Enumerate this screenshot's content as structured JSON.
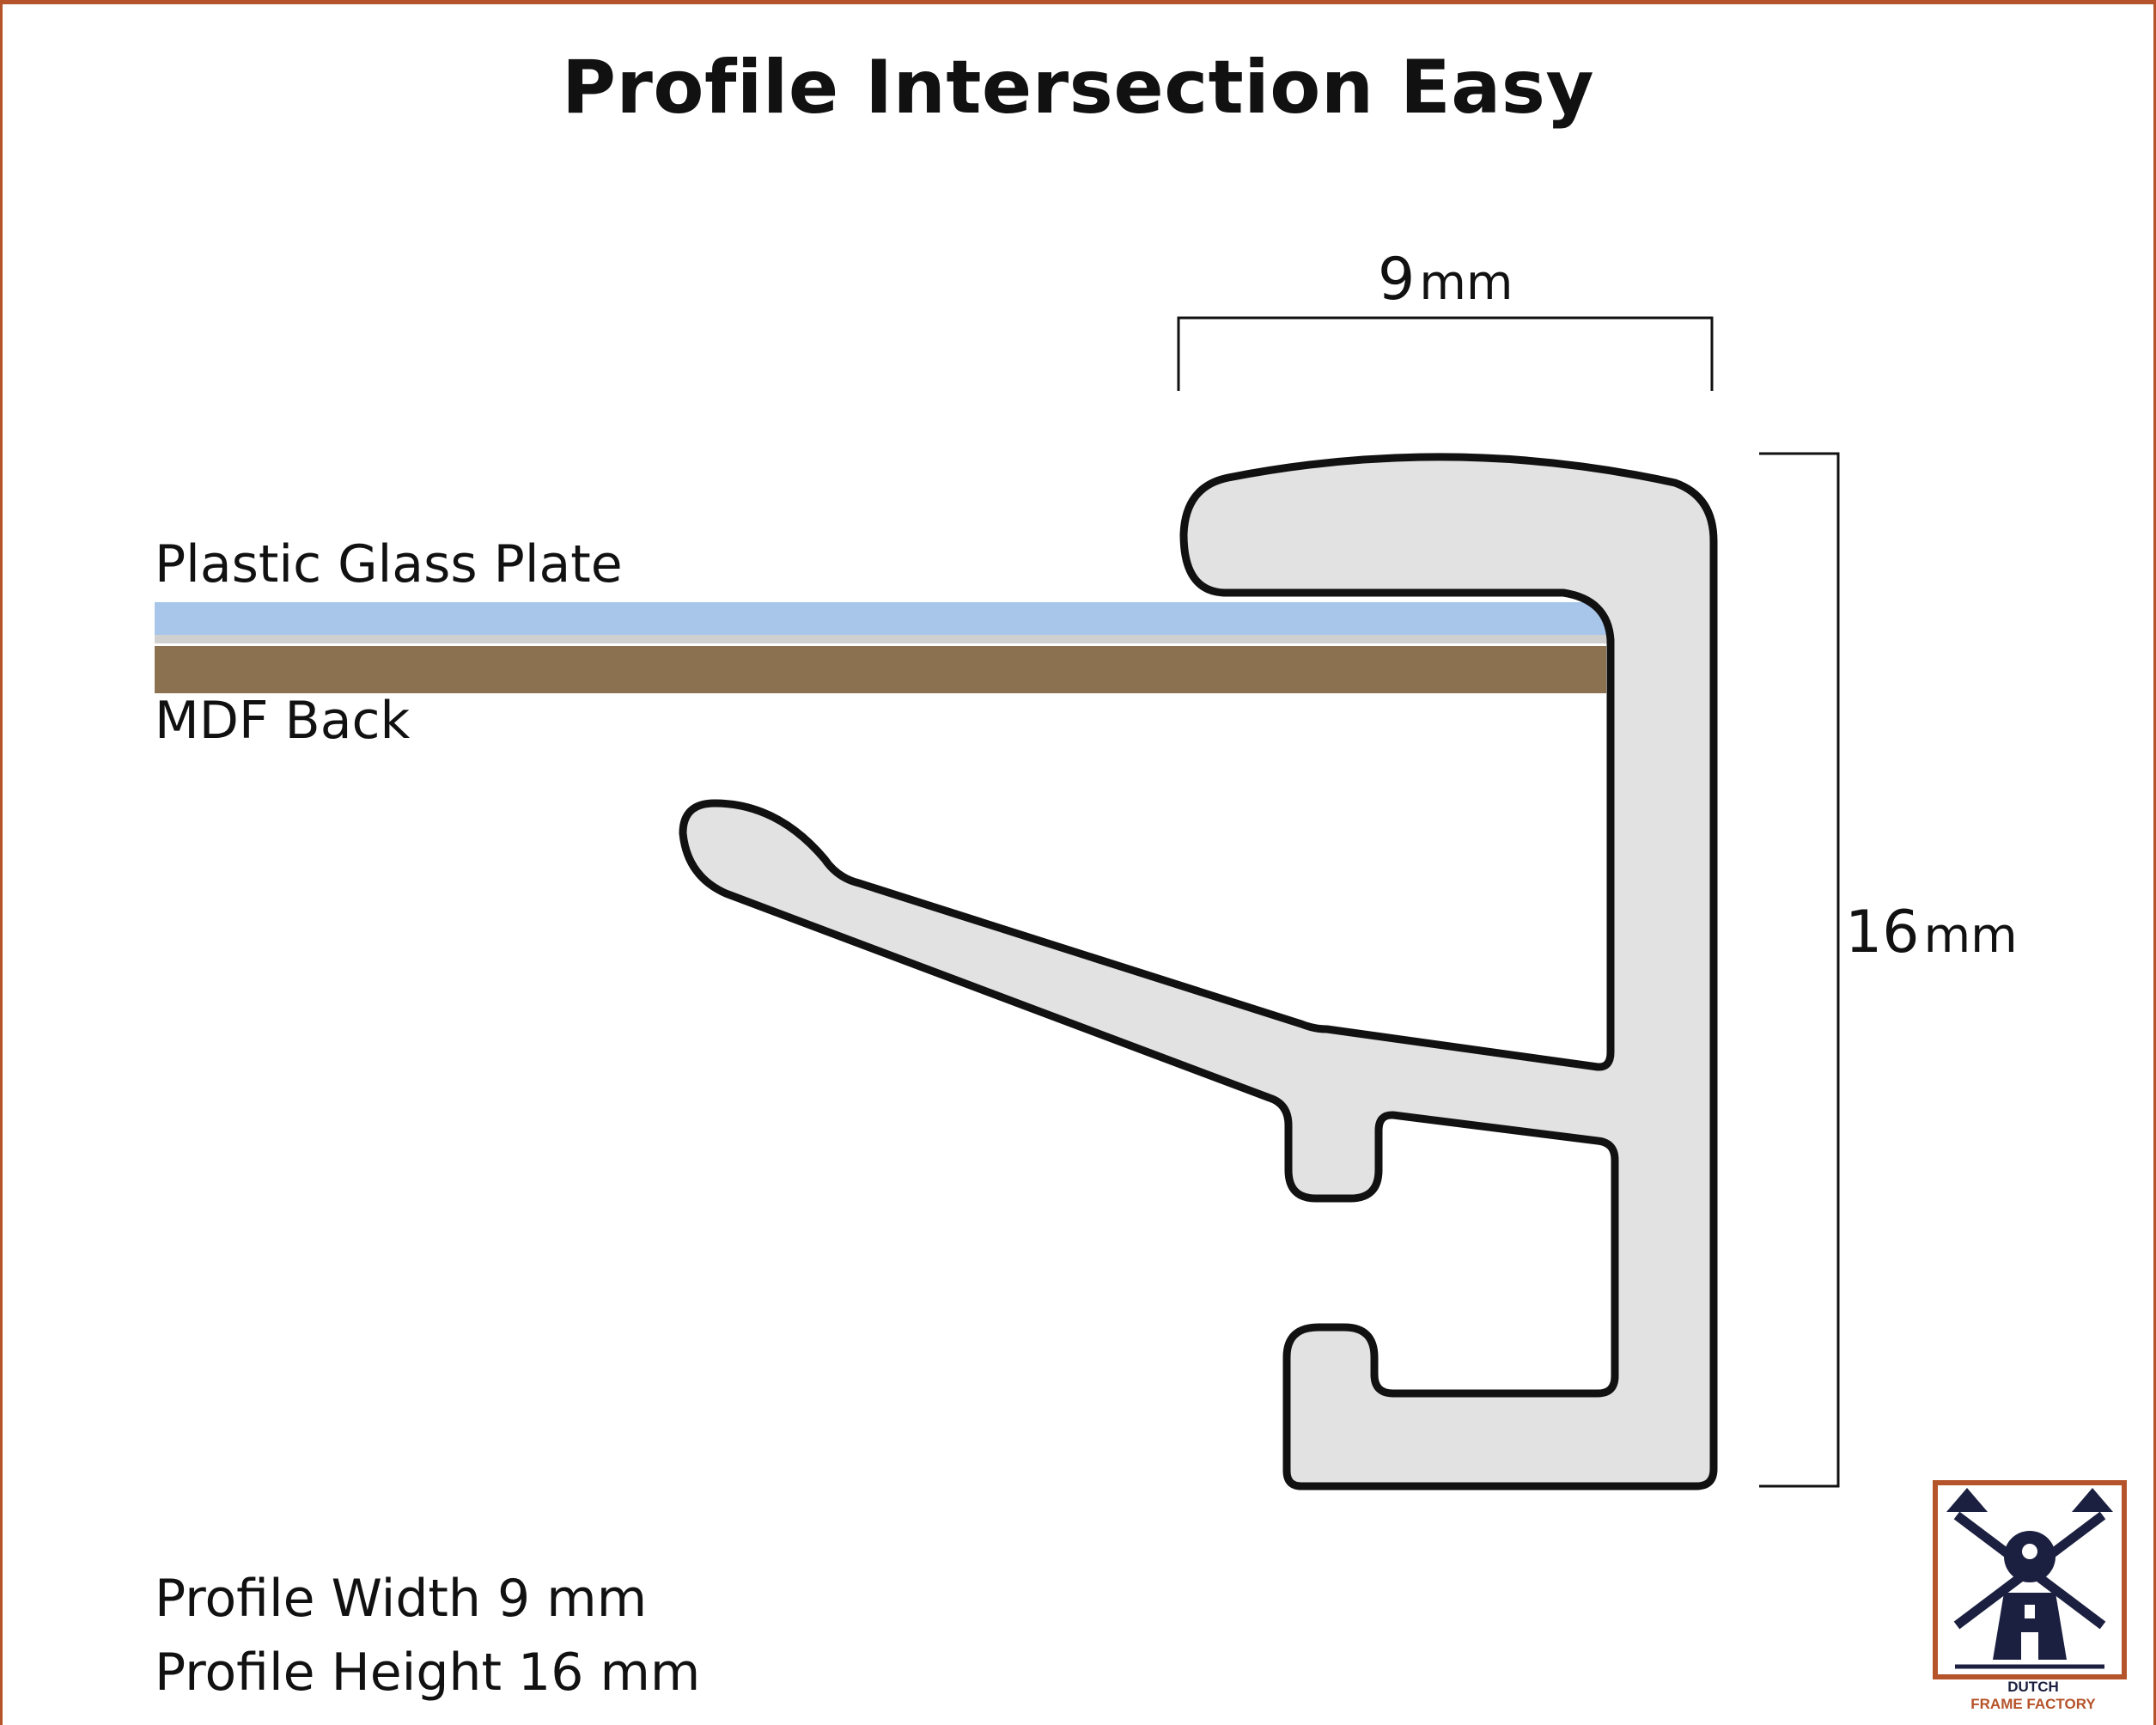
{
  "title": "Profile Intersection Easy",
  "dimensions": {
    "width": {
      "value": "9",
      "unit": "mm"
    },
    "height": {
      "value": "16",
      "unit": "mm"
    }
  },
  "materials": {
    "glass_label": "Plastic Glass Plate",
    "back_label": "MDF Back"
  },
  "specs": {
    "width_line": "Profile Width 9 mm",
    "height_line": "Profile Height 16 mm"
  },
  "logo": {
    "line1": "DUTCH",
    "line2": "FRAME FACTORY"
  },
  "colors": {
    "accent": "#b5532a",
    "glass": "#a8c5ea",
    "mdf": "#8c7150",
    "profile_fill": "#e2e2e2",
    "outline": "#111111",
    "logo_navy": "#1c2040"
  }
}
